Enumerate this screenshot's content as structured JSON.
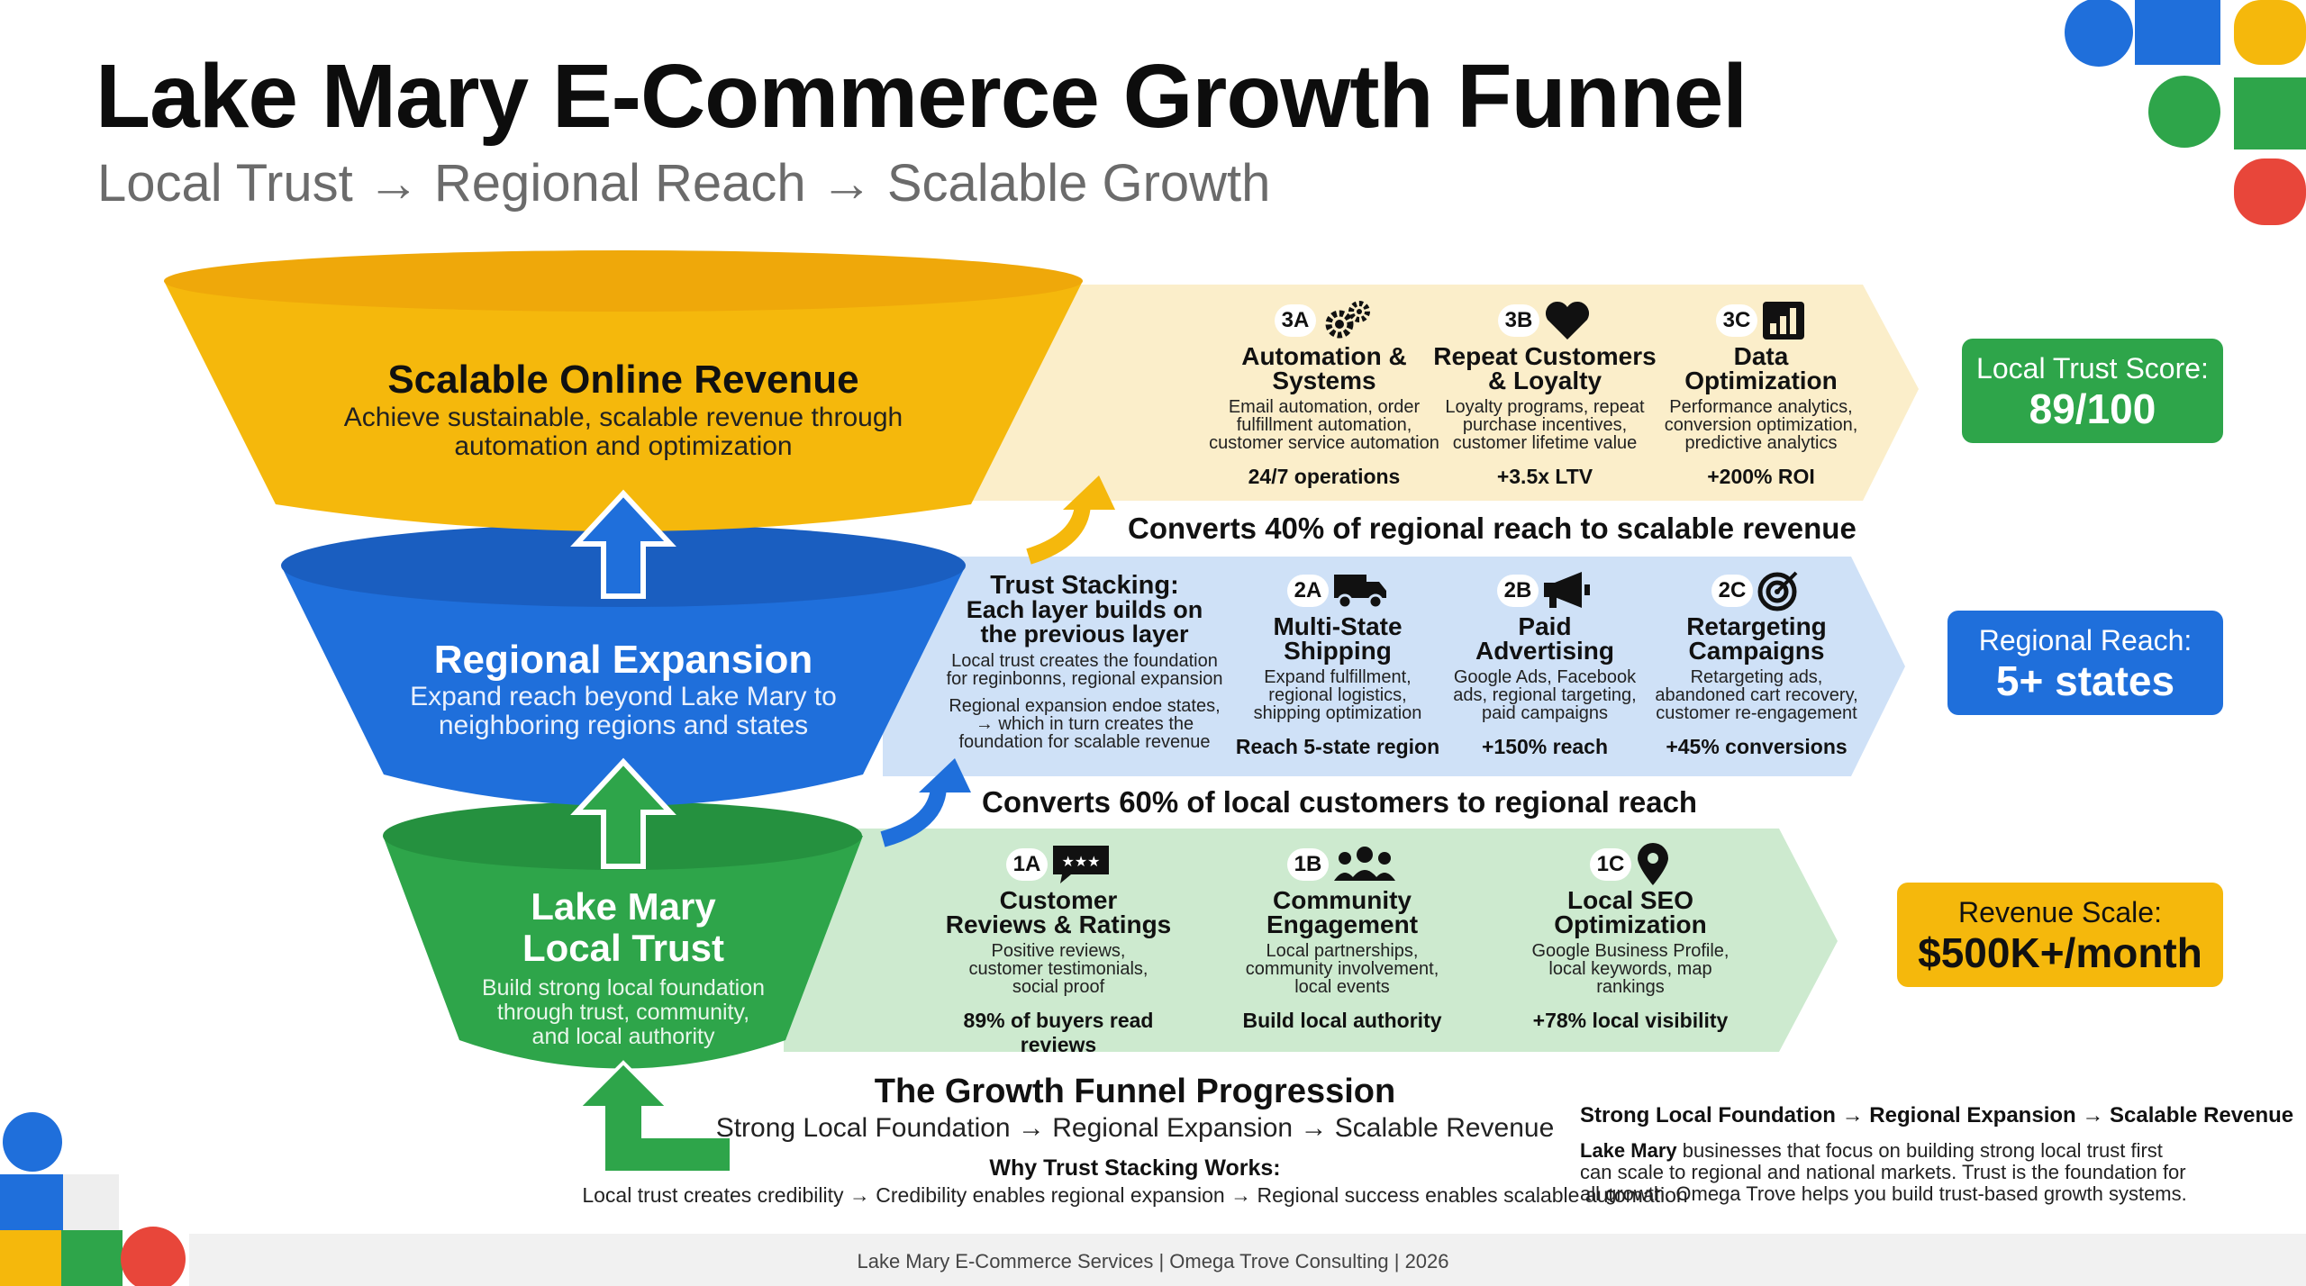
{
  "title": "Lake Mary E-Commerce Growth Funnel",
  "subtitle": "Local Trust → Regional Reach → Scalable Growth",
  "colors": {
    "yellow": "#f5b80c",
    "blue": "#1f6fdb",
    "green": "#2ea54a",
    "red": "#e8463a",
    "yellow_band": "#fbeeca",
    "blue_band": "#cfe1f7",
    "green_band": "#cdeacf"
  },
  "funnel": {
    "top": {
      "title": "Scalable Online Revenue",
      "desc1": "Achieve sustainable, scalable revenue through",
      "desc2": "automation and optimization"
    },
    "middle": {
      "title": "Regional Expansion",
      "desc1": "Expand reach beyond Lake Mary to",
      "desc2": "neighboring regions and states"
    },
    "bottom": {
      "title1": "Lake Mary",
      "title2": "Local Trust",
      "desc1": "Build strong local foundation",
      "desc2": "through trust, community,",
      "desc3": "and local authority"
    }
  },
  "bands": {
    "top": [
      {
        "badge": "3A",
        "icon": "gears-icon",
        "title1": "Automation &",
        "title2": "Systems",
        "desc1": "Email automation, order",
        "desc2": "fulfillment automation,",
        "desc3": "customer service automation",
        "metric": "24/7 operations"
      },
      {
        "badge": "3B",
        "icon": "heart-icon",
        "title1": "Repeat Customers",
        "title2": "& Loyalty",
        "desc1": "Loyalty programs, repeat",
        "desc2": "purchase incentives,",
        "desc3": "customer lifetime value",
        "metric": "+3.5x LTV"
      },
      {
        "badge": "3C",
        "icon": "bar-chart-icon",
        "title1": "Data",
        "title2": "Optimization",
        "desc1": "Performance analytics,",
        "desc2": "conversion optimization,",
        "desc3": "predictive analytics",
        "metric": "+200% ROI"
      }
    ],
    "middle_intro": {
      "title1": "Trust Stacking:",
      "title2": "Each layer builds on",
      "title3": "the previous layer",
      "desc1": "Local trust creates the foundation",
      "desc2": "for reginbonns, regional expansion",
      "desc3": "Regional expansion endoe states,",
      "desc4": "→ which in turn creates the",
      "desc5": "foundation for scalable revenue"
    },
    "middle": [
      {
        "badge": "2A",
        "icon": "truck-icon",
        "title1": "Multi-State",
        "title2": "Shipping",
        "desc1": "Expand fulfillment,",
        "desc2": "regional logistics,",
        "desc3": "shipping optimization",
        "metric": "Reach 5-state region"
      },
      {
        "badge": "2B",
        "icon": "megaphone-icon",
        "title1": "Paid",
        "title2": "Advertising",
        "desc1": "Google Ads, Facebook",
        "desc2": "ads, regional targeting,",
        "desc3": "paid campaigns",
        "metric": "+150% reach"
      },
      {
        "badge": "2C",
        "icon": "target-icon",
        "title1": "Retargeting",
        "title2": "Campaigns",
        "desc1": "Retargeting ads,",
        "desc2": "abandoned cart recovery,",
        "desc3": "customer re-engagement",
        "metric": "+45% conversions"
      }
    ],
    "bottom": [
      {
        "badge": "1A",
        "icon": "review-bubble-icon",
        "title1": "Customer",
        "title2": "Reviews & Ratings",
        "desc1": "Positive reviews,",
        "desc2": "customer testimonials,",
        "desc3": "social proof",
        "metric": "89% of buyers read reviews"
      },
      {
        "badge": "1B",
        "icon": "people-icon",
        "title1": "Community",
        "title2": "Engagement",
        "desc1": "Local partnerships,",
        "desc2": "community involvement,",
        "desc3": "local events",
        "metric": "Build local authority"
      },
      {
        "badge": "1C",
        "icon": "map-pin-icon",
        "title1": "Local SEO",
        "title2": "Optimization",
        "desc1": "Google Business Profile,",
        "desc2": "local keywords, map",
        "desc3": "rankings",
        "metric": "+78% local visibility"
      }
    ]
  },
  "conversions": {
    "upper": "Converts 40% of regional reach to scalable revenue",
    "lower": "Converts 60% of local customers to regional reach"
  },
  "kpis": [
    {
      "label": "Local Trust Score:",
      "value": "89/100",
      "color": "#2ea54a"
    },
    {
      "label": "Regional Reach:",
      "value": "5+ states",
      "color": "#1f6fdb"
    },
    {
      "label": "Revenue Scale:",
      "value": "$500K+/month",
      "color": "#f5b80c"
    }
  ],
  "progression": {
    "title": "The Growth Funnel Progression",
    "line": "Strong Local Foundation → Regional Expansion → Scalable Revenue",
    "why_title": "Why Trust Stacking Works:",
    "why_line": "Local trust creates credibility → Credibility enables regional expansion → Regional success enables scalable automation"
  },
  "side_note": {
    "heading": "Strong Local Foundation → Regional Expansion → Scalable Revenue",
    "brand": "Lake Mary",
    "text1": " businesses that focus on building strong local trust first",
    "text2": "can scale to regional and national markets. Trust is the foundation for",
    "text3": "all growth. Omega Trove helps you build trust-based growth systems."
  },
  "footer": "Lake Mary E-Commerce Services | Omega Trove Consulting | 2026"
}
